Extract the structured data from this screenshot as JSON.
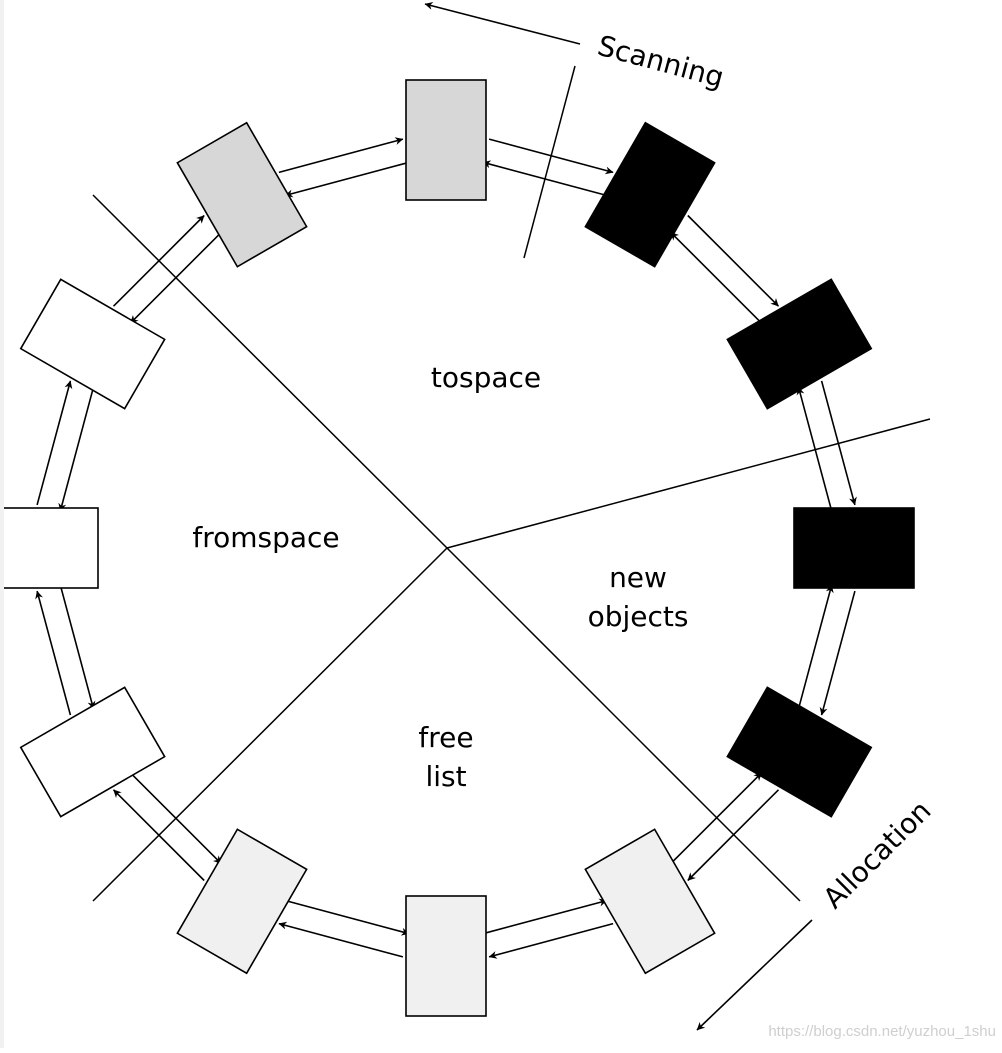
{
  "labels": {
    "scanning": "Scanning",
    "allocation": "Allocation",
    "tospace": "tospace",
    "fromspace": "fromspace",
    "new_objects_line1": "new",
    "new_objects_line2": "objects",
    "free_list_line1": "free",
    "free_list_line2": "list"
  },
  "watermark": "https://blog.csdn.net/yuzhou_1shu",
  "colors": {
    "scanned_tospace": "#d7d7d7",
    "new_object": "#000000",
    "free": "#f0f0f0",
    "fromspace": "#ffffff",
    "stroke": "#000000"
  },
  "ring": [
    {
      "name": "block-tospace-top",
      "kind": "scanned_tospace"
    },
    {
      "name": "block-new-1",
      "kind": "new_object"
    },
    {
      "name": "block-new-2",
      "kind": "new_object"
    },
    {
      "name": "block-new-3",
      "kind": "new_object"
    },
    {
      "name": "block-new-4",
      "kind": "new_object"
    },
    {
      "name": "block-free-1",
      "kind": "free"
    },
    {
      "name": "block-free-bottom",
      "kind": "free"
    },
    {
      "name": "block-free-3",
      "kind": "free"
    },
    {
      "name": "block-fromspace-1",
      "kind": "fromspace"
    },
    {
      "name": "block-fromspace-left",
      "kind": "fromspace"
    },
    {
      "name": "block-fromspace-3",
      "kind": "fromspace"
    },
    {
      "name": "block-tospace-upper-left",
      "kind": "scanned_tospace"
    }
  ]
}
